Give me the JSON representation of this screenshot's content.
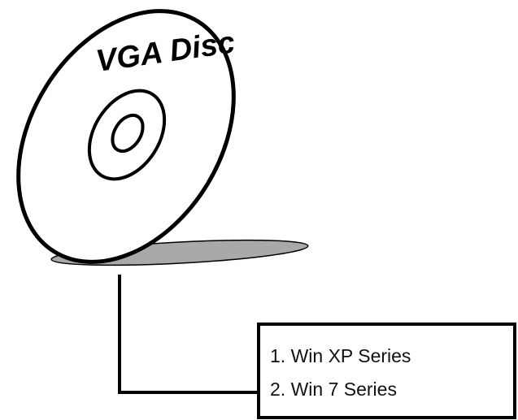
{
  "disc": {
    "label": "VGA Disc",
    "icon": "cd-disc-icon"
  },
  "drivers_box": {
    "items": [
      "1. Win XP Series",
      "2. Win 7 Series"
    ]
  },
  "colors": {
    "stroke": "#000000",
    "disc_shadow": "#a9a9a9",
    "background": "#ffffff"
  }
}
